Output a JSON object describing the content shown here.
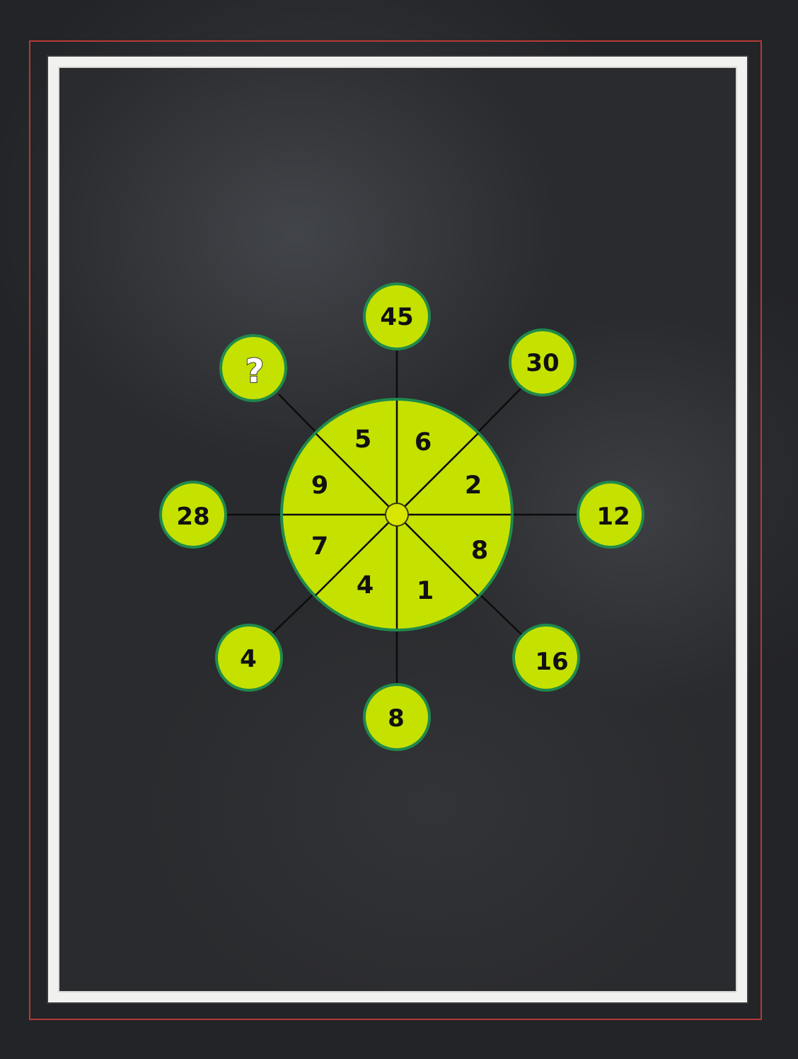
{
  "puzzle": {
    "colors": {
      "fill": "#c5e100",
      "stroke": "#1f8a4c",
      "board": "#2a2b2e",
      "frame": "#f1f1ef",
      "outer_line": "#b43a36"
    },
    "inner_segments": [
      "5",
      "6",
      "2",
      "8",
      "1",
      "4",
      "7",
      "9"
    ],
    "outer_circles": {
      "top": "45",
      "top_right": "30",
      "right": "12",
      "bottom_right": "16",
      "bottom": "8",
      "bottom_left": "4",
      "left": "28",
      "top_left": "?"
    },
    "missing_marker": "question-mark"
  }
}
